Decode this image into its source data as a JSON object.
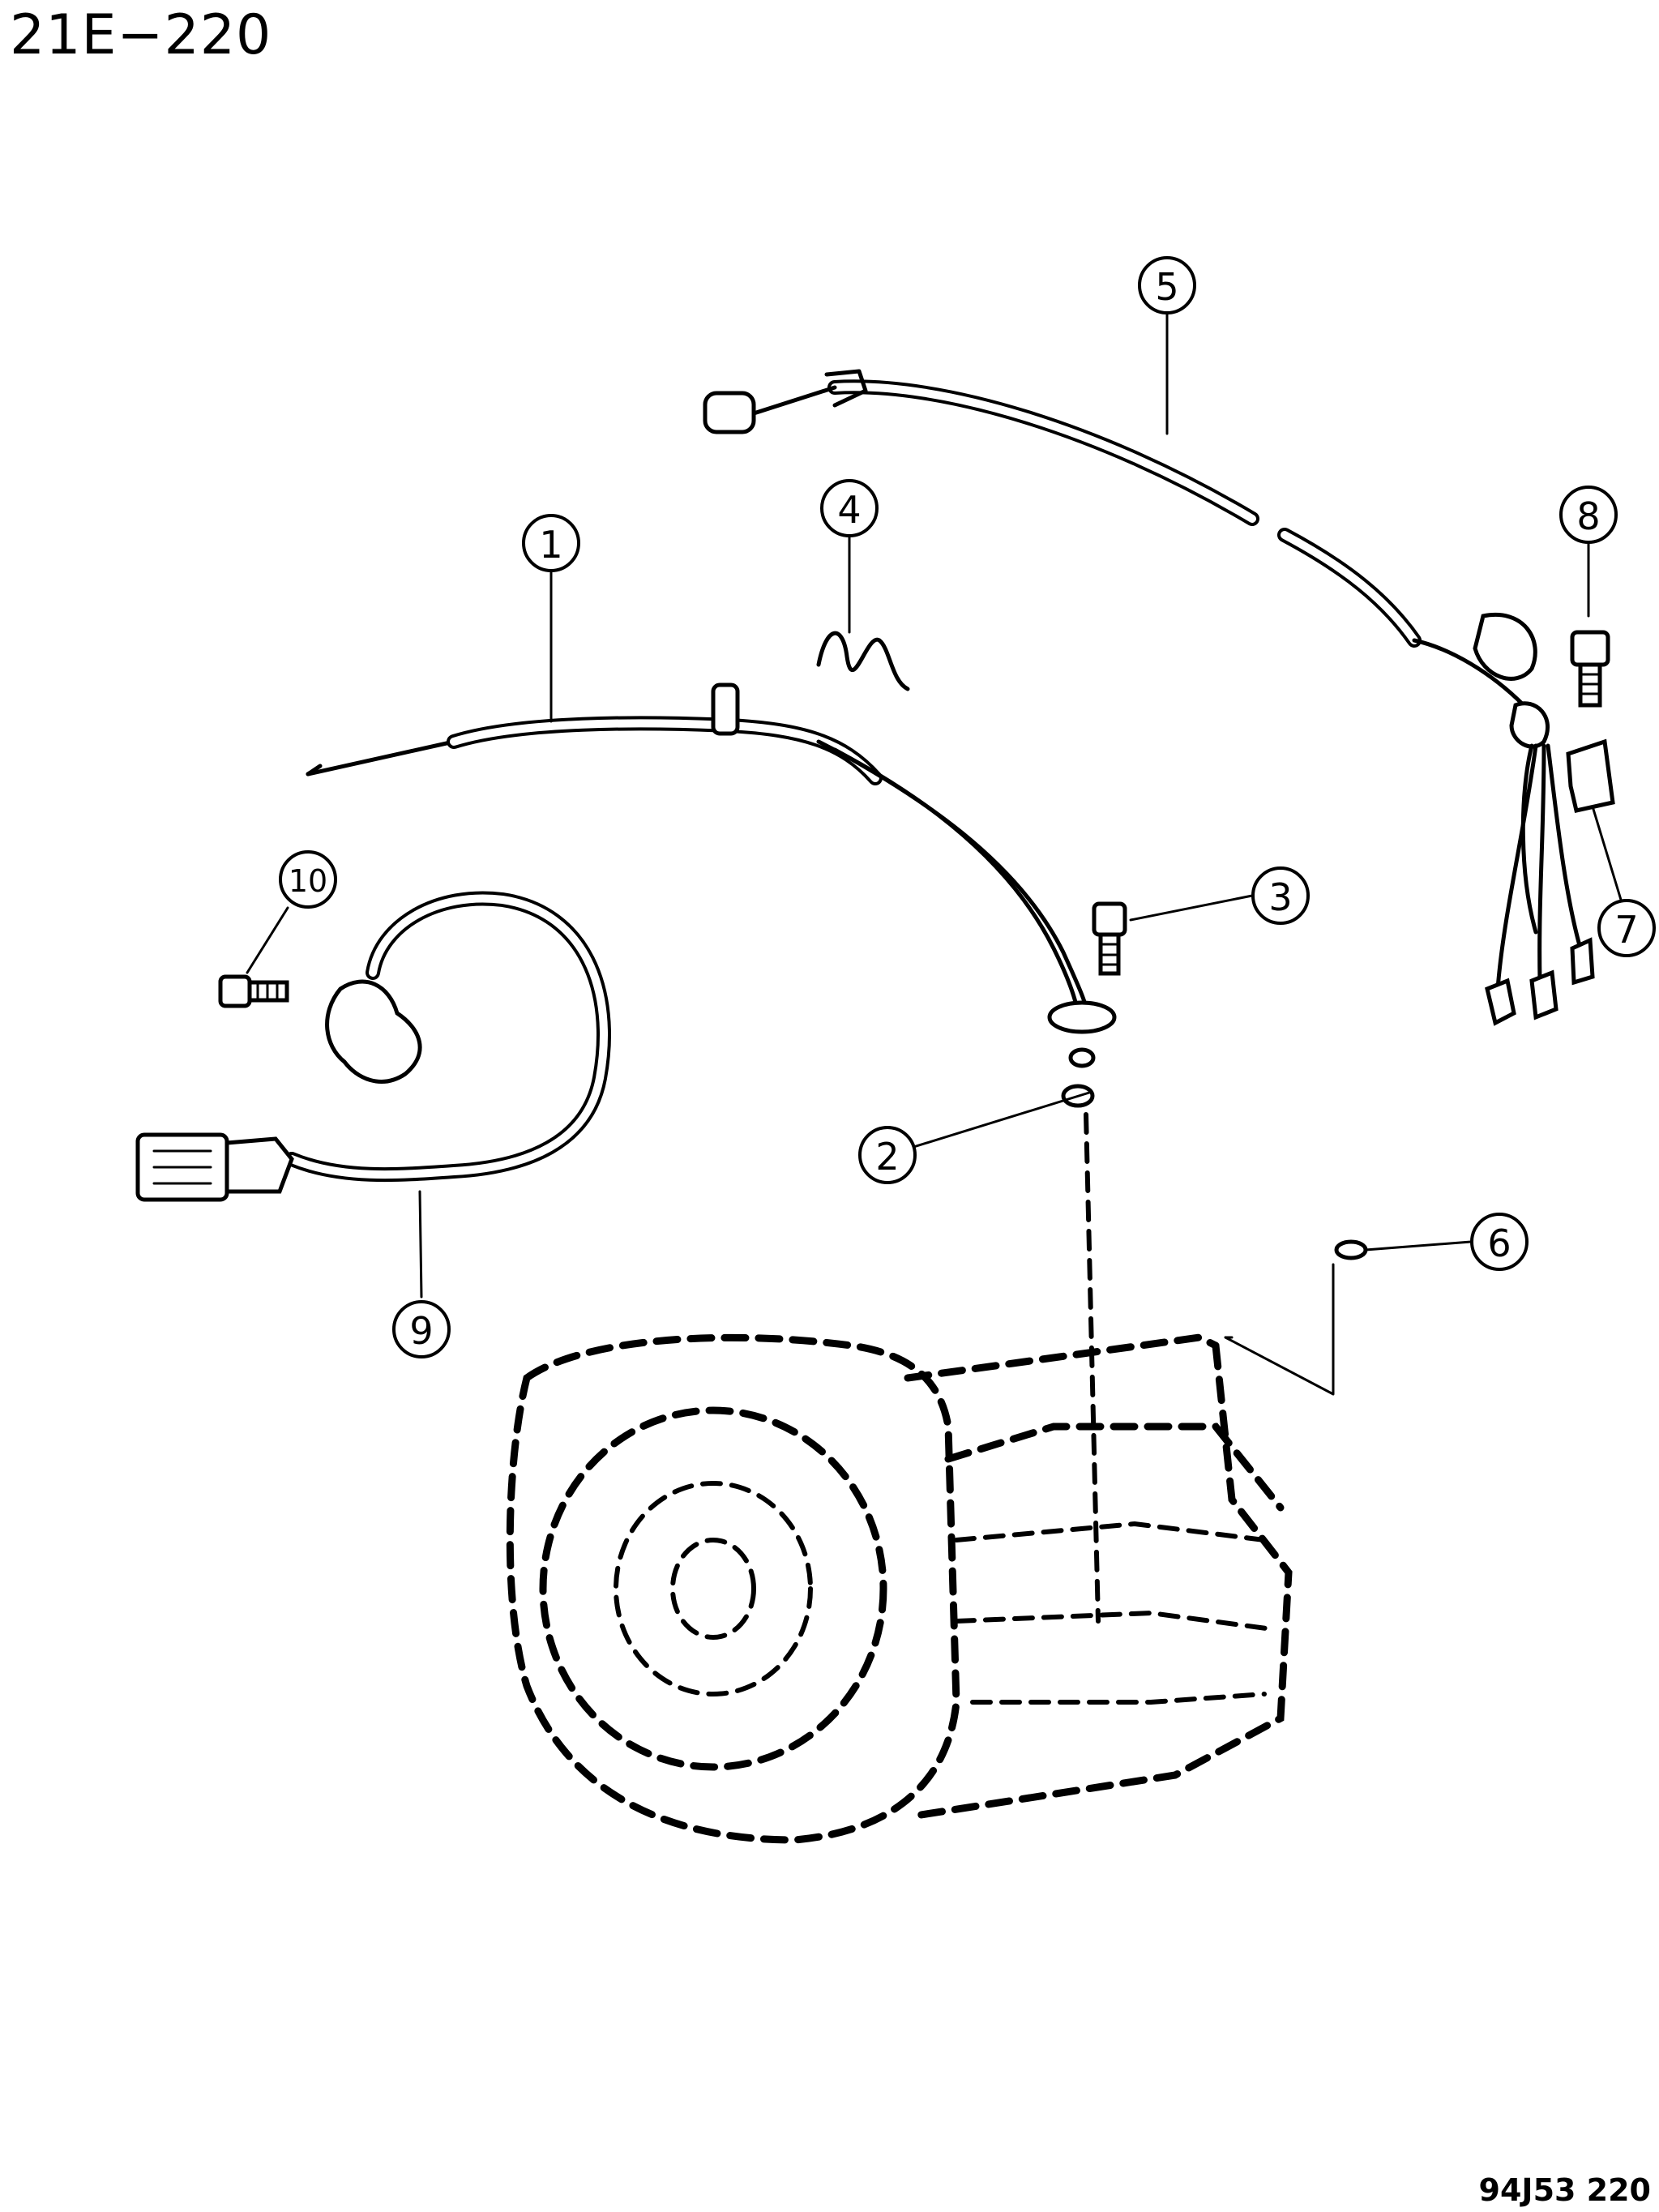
{
  "header": {
    "title": "21E−220"
  },
  "footer": {
    "figure_id": "94J53  220"
  },
  "callouts": [
    {
      "id": "1",
      "label": "1"
    },
    {
      "id": "2",
      "label": "2"
    },
    {
      "id": "3",
      "label": "3"
    },
    {
      "id": "4",
      "label": "4"
    },
    {
      "id": "5",
      "label": "5"
    },
    {
      "id": "6",
      "label": "6"
    },
    {
      "id": "7",
      "label": "7"
    },
    {
      "id": "8",
      "label": "8"
    },
    {
      "id": "9",
      "label": "9"
    },
    {
      "id": "10",
      "label": "10"
    }
  ]
}
